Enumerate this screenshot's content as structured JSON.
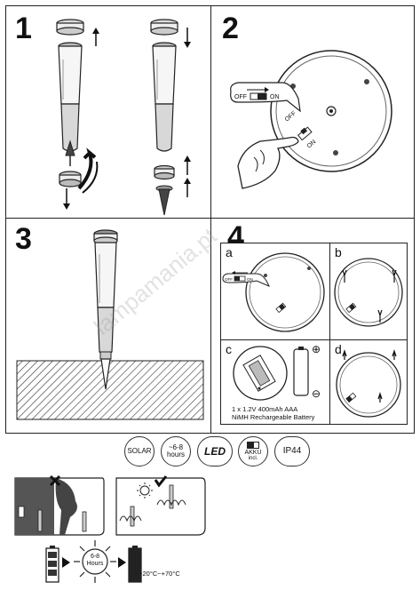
{
  "panels": {
    "p1": {
      "number": "1"
    },
    "p2": {
      "number": "2"
    },
    "p3": {
      "number": "3"
    },
    "p4": {
      "number": "4"
    }
  },
  "sub_panels": {
    "a": {
      "letter": "a"
    },
    "b": {
      "letter": "b"
    },
    "c": {
      "letter": "c"
    },
    "d": {
      "letter": "d"
    }
  },
  "switch_labels": {
    "off": "OFF",
    "on": "ON"
  },
  "battery_info": {
    "line1": "1 x 1.2V 400mAh AAA",
    "line2": "NiMH Rechargeable Battery",
    "plus": "⊕",
    "minus": "⊖"
  },
  "feature_badges": {
    "solar": "SOLAR",
    "hours_top": "~6-8",
    "hours_bottom": "hours",
    "led": "LED",
    "akku_top": "AKKU",
    "akku_bottom": "incl.",
    "ip": "IP44"
  },
  "charge_info": {
    "hours_top": "6-8",
    "hours_bottom": "Hours",
    "temperature": "-20°C~+70°C"
  },
  "watermark": "lampamania.pt"
}
